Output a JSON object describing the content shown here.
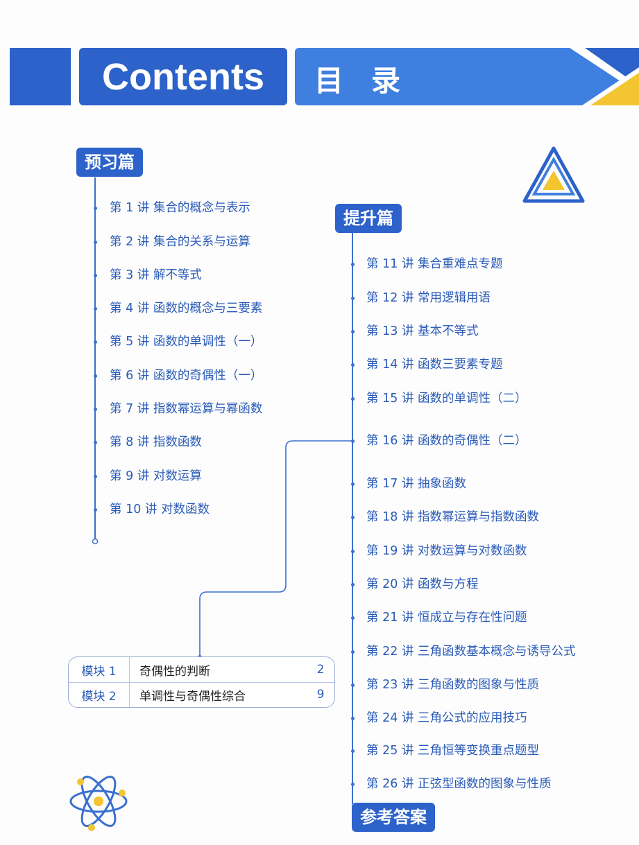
{
  "header": {
    "title_en": "Contents",
    "title_cn": "目录"
  },
  "sections": {
    "preview": {
      "label": "预习篇",
      "lessons": [
        "第 1 讲 集合的概念与表示",
        "第 2 讲 集合的关系与运算",
        "第 3 讲 解不等式",
        "第 4 讲 函数的概念与三要素",
        "第 5 讲 函数的单调性（一）",
        "第 6 讲 函数的奇偶性（一）",
        "第 7 讲 指数幂运算与幂函数",
        "第 8 讲 指数函数",
        "第 9 讲 对数运算",
        "第 10 讲 对数函数"
      ]
    },
    "advance": {
      "label": "提升篇",
      "lessons": [
        "第 11 讲 集合重难点专题",
        "第 12 讲 常用逻辑用语",
        "第 13 讲 基本不等式",
        "第 14 讲 函数三要素专题",
        "第 15 讲 函数的单调性（二）",
        "第 16 讲 函数的奇偶性（二）",
        "第 17 讲 抽象函数",
        "第 18 讲 指数幂运算与指数函数",
        "第 19 讲 对数运算与对数函数",
        "第 20 讲 函数与方程",
        "第 21 讲 恒成立与存在性问题",
        "第 22 讲 三角函数基本概念与诱导公式",
        "第 23 讲 三角函数的图象与性质",
        "第 24 讲 三角公式的应用技巧",
        "第 25 讲 三角恒等变换重点题型",
        "第 26 讲 正弦型函数的图象与性质"
      ]
    },
    "answers": {
      "label": "参考答案"
    }
  },
  "modules": [
    {
      "num": "模块 1",
      "title": "奇偶性的判断",
      "page": "2"
    },
    {
      "num": "模块 2",
      "title": "单调性与奇偶性综合",
      "page": "9"
    }
  ],
  "colors": {
    "primary": "#2c62c9",
    "accent_blue": "#3f7fe0",
    "accent_yellow": "#f2c531",
    "text_blue": "#2a5bb8"
  },
  "icons": [
    "penrose-triangle-icon",
    "atom-icon"
  ]
}
